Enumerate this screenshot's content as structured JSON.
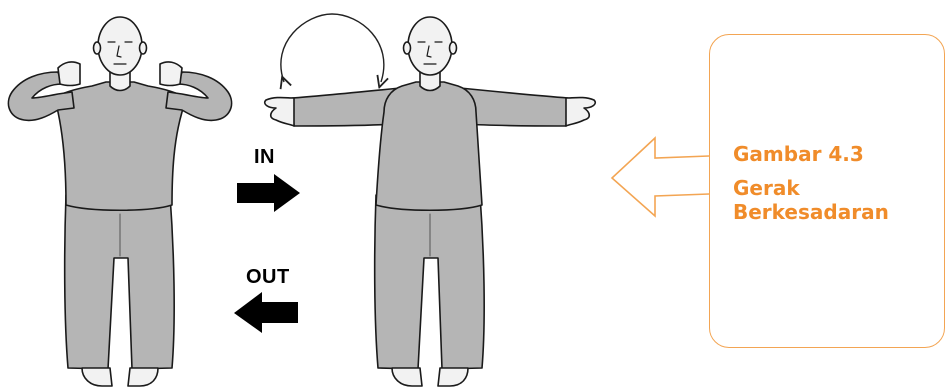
{
  "arrows": {
    "in_label": "IN",
    "out_label": "OUT"
  },
  "caption": {
    "title": "Gambar 4.3",
    "subtitle": "Gerak Berkesadaran"
  },
  "colors": {
    "body_fill": "#b5b5b5",
    "skin_fill": "#f2f2f2",
    "outline": "#1a1a1a",
    "accent": "#f08c2a",
    "callout_border": "#f3a553"
  },
  "icons": {
    "in_arrow": "right-arrow-icon",
    "out_arrow": "left-arrow-icon",
    "motion_arc": "curved-motion-arrow-icon",
    "callout_arrow": "left-hollow-arrow-icon"
  }
}
